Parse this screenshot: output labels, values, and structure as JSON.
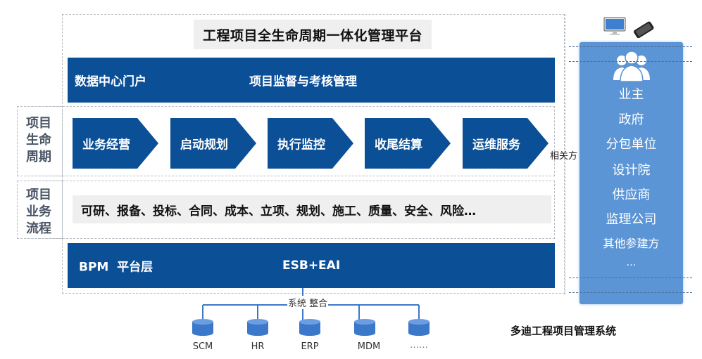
{
  "header": {
    "title": "工程项目全生命周期一体化管理平台"
  },
  "top_band": {
    "left_label": "数据中心门户",
    "right_label": "项目监督与考核管理"
  },
  "lifecycle": {
    "side_label": [
      "项目",
      "生命",
      "周期"
    ],
    "stages": [
      "业务经营",
      "启动规划",
      "执行监控",
      "收尾结算",
      "运维服务"
    ],
    "related_label": "相关方"
  },
  "business_process": {
    "side_label": [
      "项目",
      "业务",
      "流程"
    ],
    "items_text": "可研、报备、投标、合同、成本、立项、规划、施工、质量、安全、风险…"
  },
  "platform_band": {
    "left_label": "BPM  平台层",
    "right_label": "ESB+EAI"
  },
  "integration": {
    "label": "系统 整合",
    "systems": [
      "SCM",
      "HR",
      "ERP",
      "MDM",
      "……"
    ]
  },
  "stakeholders": {
    "devices": [
      "desktop-monitor-icon",
      "smartphone-icon"
    ],
    "group_icon": "users-group-icon",
    "items": [
      "业主",
      "政府",
      "分包单位",
      "设计院",
      "供应商",
      "监理公司",
      "其他参建方",
      "…"
    ]
  },
  "footer": {
    "caption": "多迪工程项目管理系统"
  },
  "colors": {
    "dark_blue": "#0b4f96",
    "panel_blue": "#5b95d6",
    "system_blue": "#3b78c9",
    "gray_box": "#efefef"
  }
}
